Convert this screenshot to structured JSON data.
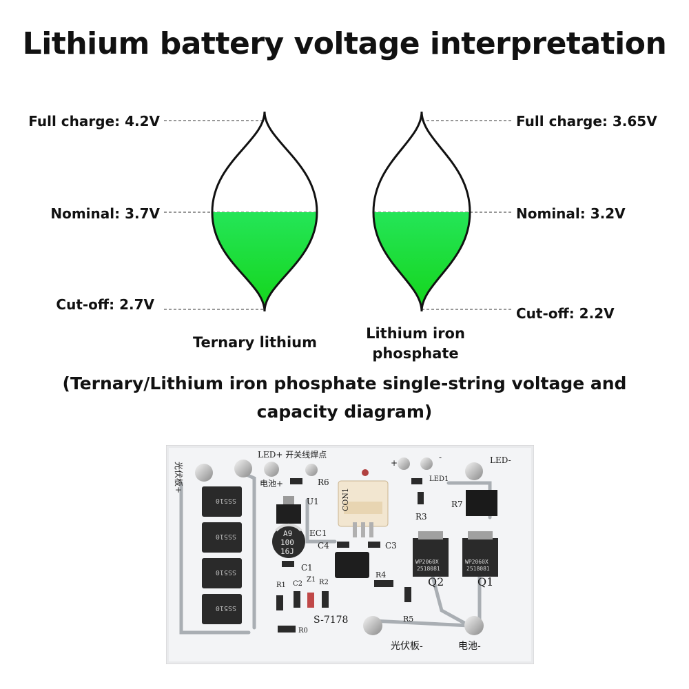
{
  "title": "Lithium battery voltage interpretation",
  "ternary": {
    "name": "Ternary lithium",
    "full_charge": "Full charge: 4.2V",
    "nominal": "Nominal: 3.7V",
    "cutoff": "Cut-off: 2.7V"
  },
  "lfp": {
    "name_line1": "Lithium iron",
    "name_line2": "phosphate",
    "full_charge": "Full charge: 3.65V",
    "nominal": "Nominal: 3.2V",
    "cutoff": "Cut-off: 2.2V"
  },
  "subtitle_line1": "(Ternary/Lithium iron phosphate single-string voltage and",
  "subtitle_line2": "capacity diagram)",
  "colors": {
    "fill_top": "#35f596",
    "fill_bottom": "#14d51a",
    "outline": "#111111"
  },
  "pcb": {
    "led_switch": "LED+ 开关线焊点",
    "pv_plus": "光伏板+",
    "batt_plus": "电池+",
    "plus": "+",
    "minus": "-",
    "led_minus": "LED-",
    "led1": "LED1",
    "con1": "CON1",
    "u1": "U1",
    "r6": "R6",
    "r7": "R7",
    "r3": "R3",
    "ec1": "EC1",
    "cap_text1": "A9",
    "cap_text2": "100",
    "cap_text3": "16J",
    "c4": "C4",
    "c3": "C3",
    "c1": "C1",
    "c2": "C2",
    "z1": "Z1",
    "r1": "R1",
    "r2": "R2",
    "r4": "R4",
    "r5": "R5",
    "r0": "R0",
    "q1": "Q1",
    "q2": "Q2",
    "mos_text1": "WP2060X",
    "mos_text2": "2518081",
    "diode_text": "SS510",
    "model": "S-7178",
    "pv_minus": "光伏板-",
    "batt_minus": "电池-"
  }
}
